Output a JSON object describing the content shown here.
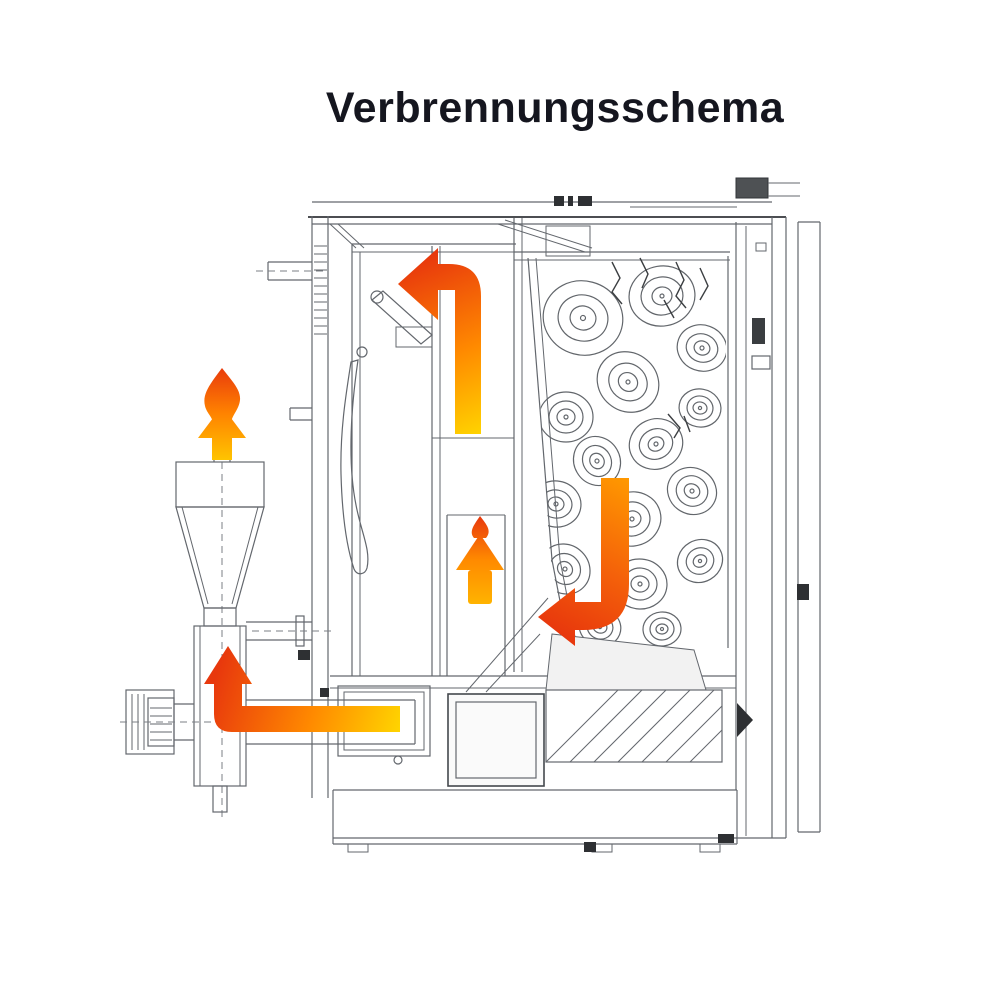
{
  "title": {
    "text": "Verbrennungsschema"
  },
  "colors": {
    "title_color": "#15161f",
    "line": "#63676d",
    "line_dark": "#323539",
    "flame_yellow": "#FFD300",
    "flame_orange": "#FF8A00",
    "flame_red": "#E8380D"
  },
  "diagram": {
    "kind": "combustion-flow-schematic",
    "arrow_flows": [
      "flue-duct-up-then-left",
      "secondary-zone-flame-up",
      "fuel-bed-down-then-left",
      "burner-channel-left-then-up",
      "cyclone-outlet-flame-up"
    ]
  }
}
